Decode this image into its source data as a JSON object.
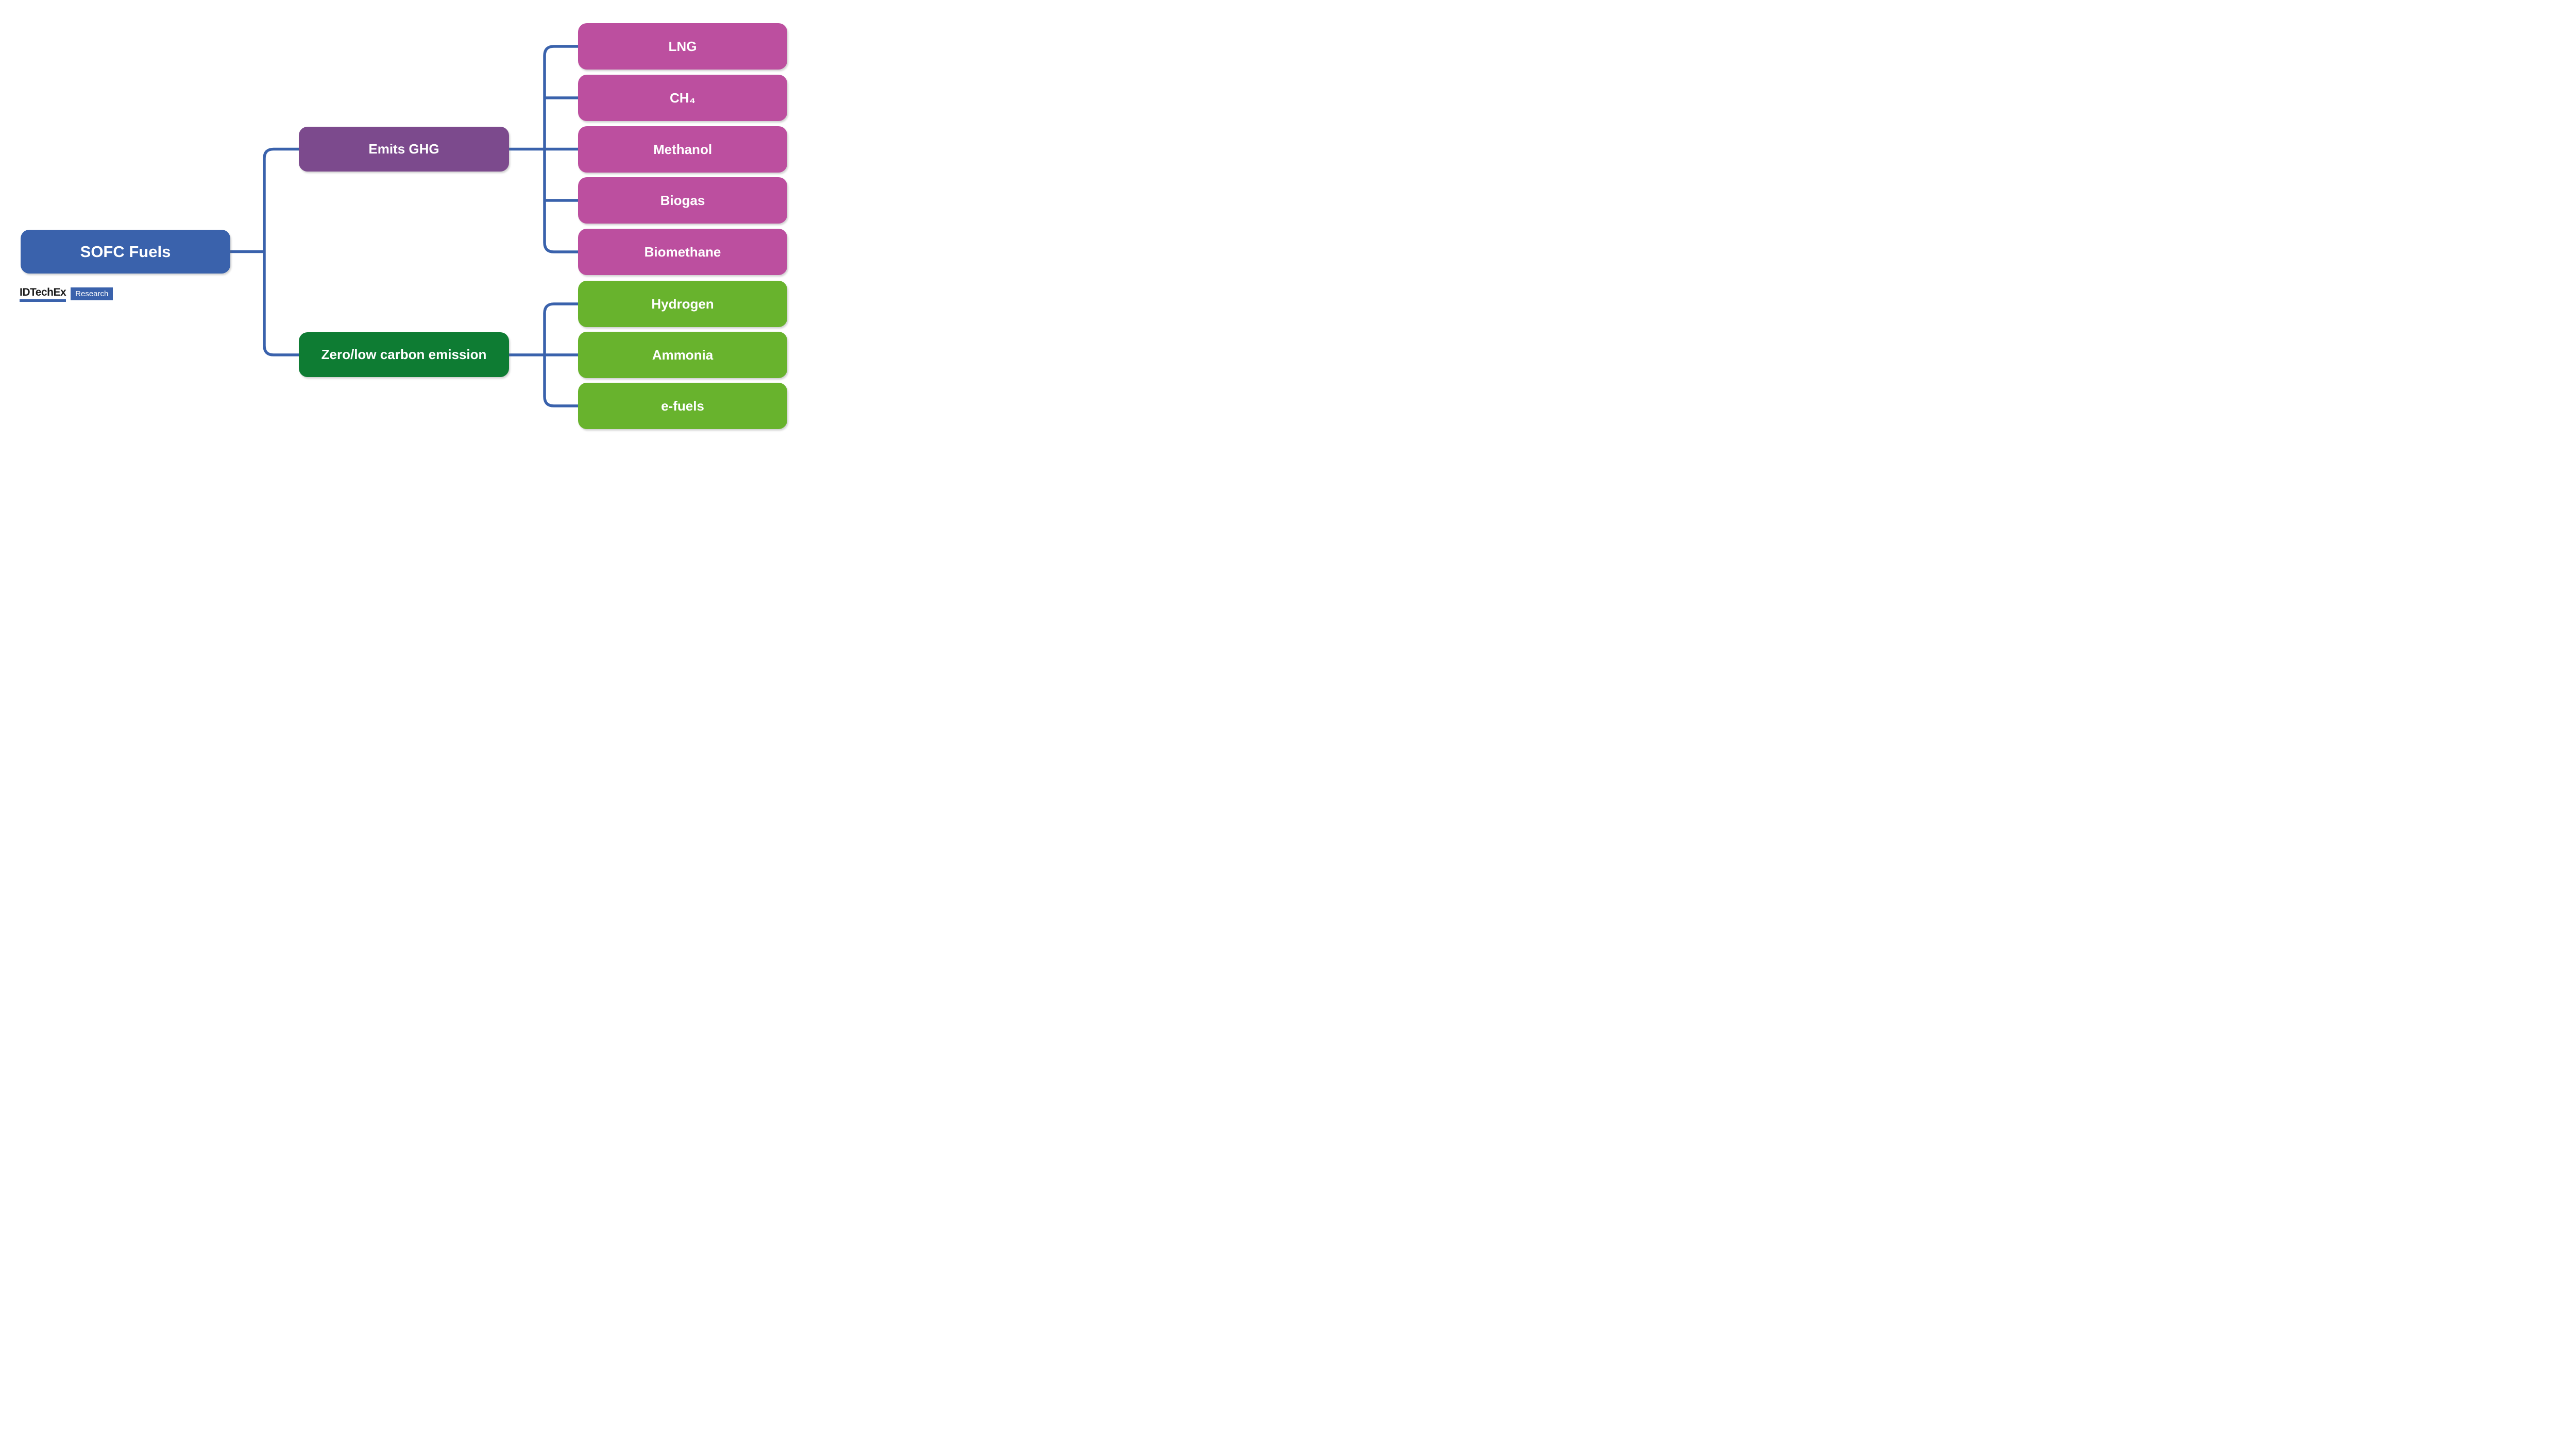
{
  "diagram": {
    "type": "tree",
    "root": {
      "label": "SOFC Fuels"
    },
    "branches": [
      {
        "label": "Emits GHG",
        "children": [
          {
            "label": "LNG"
          },
          {
            "label": "CH₄"
          },
          {
            "label": "Methanol"
          },
          {
            "label": "Biogas"
          },
          {
            "label": "Biomethane"
          }
        ]
      },
      {
        "label": "Zero/low carbon emission",
        "children": [
          {
            "label": "Hydrogen"
          },
          {
            "label": "Ammonia"
          },
          {
            "label": "e-fuels"
          }
        ]
      }
    ],
    "colors": {
      "root_blue": "#3A62AC",
      "ghg_parent_purple": "#7C4A8D",
      "ghg_child_pink": "#BC4F9F",
      "zero_parent_dark_green": "#0E7C33",
      "zero_child_light_green": "#68B32D",
      "connector_blue": "#3A62AC",
      "text_white": "#FFFFFF"
    }
  },
  "logo": {
    "brand": "IDTechEx",
    "suffix": "Research"
  }
}
